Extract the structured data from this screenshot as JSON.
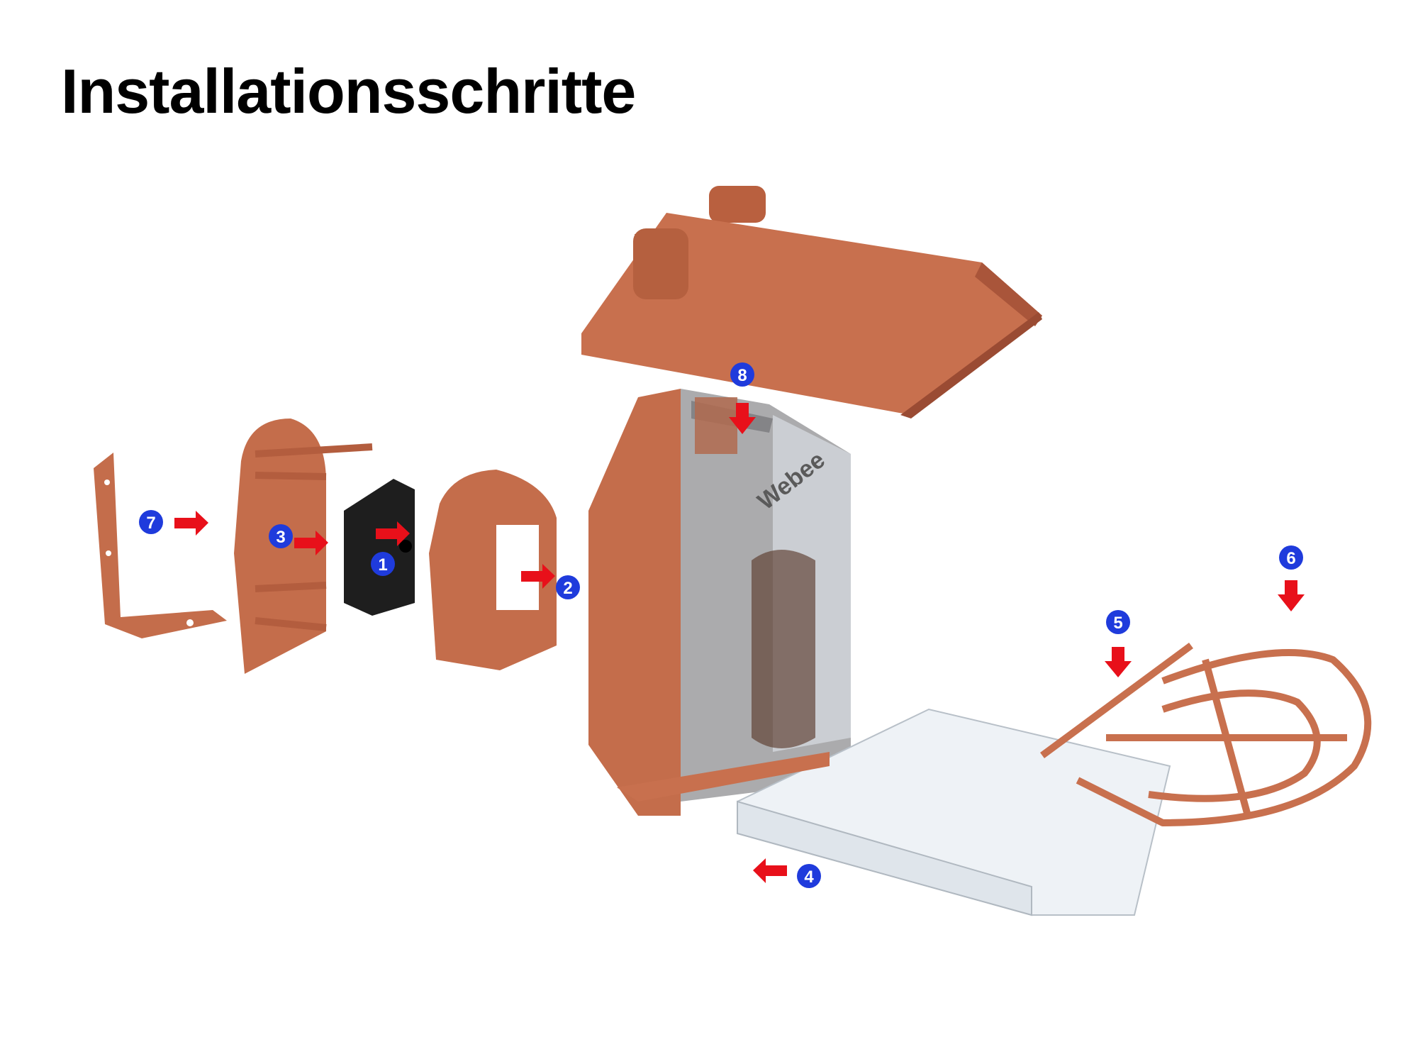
{
  "page": {
    "title": "Installationsschritte",
    "brand_label": "Webee"
  },
  "steps": [
    {
      "number": "1",
      "arrow": "right"
    },
    {
      "number": "2",
      "arrow": "right"
    },
    {
      "number": "3",
      "arrow": "right"
    },
    {
      "number": "4",
      "arrow": "left"
    },
    {
      "number": "5",
      "arrow": "down"
    },
    {
      "number": "6",
      "arrow": "down"
    },
    {
      "number": "7",
      "arrow": "right"
    },
    {
      "number": "8",
      "arrow": "down"
    }
  ],
  "colors": {
    "part_terracotta": "#c8704e",
    "part_terracotta_dark": "#a9553a",
    "part_black": "#1e1e1e",
    "badge_blue": "#1f3bdc",
    "arrow_red": "#e8101a",
    "clear_plastic": "#e6ecf2"
  }
}
